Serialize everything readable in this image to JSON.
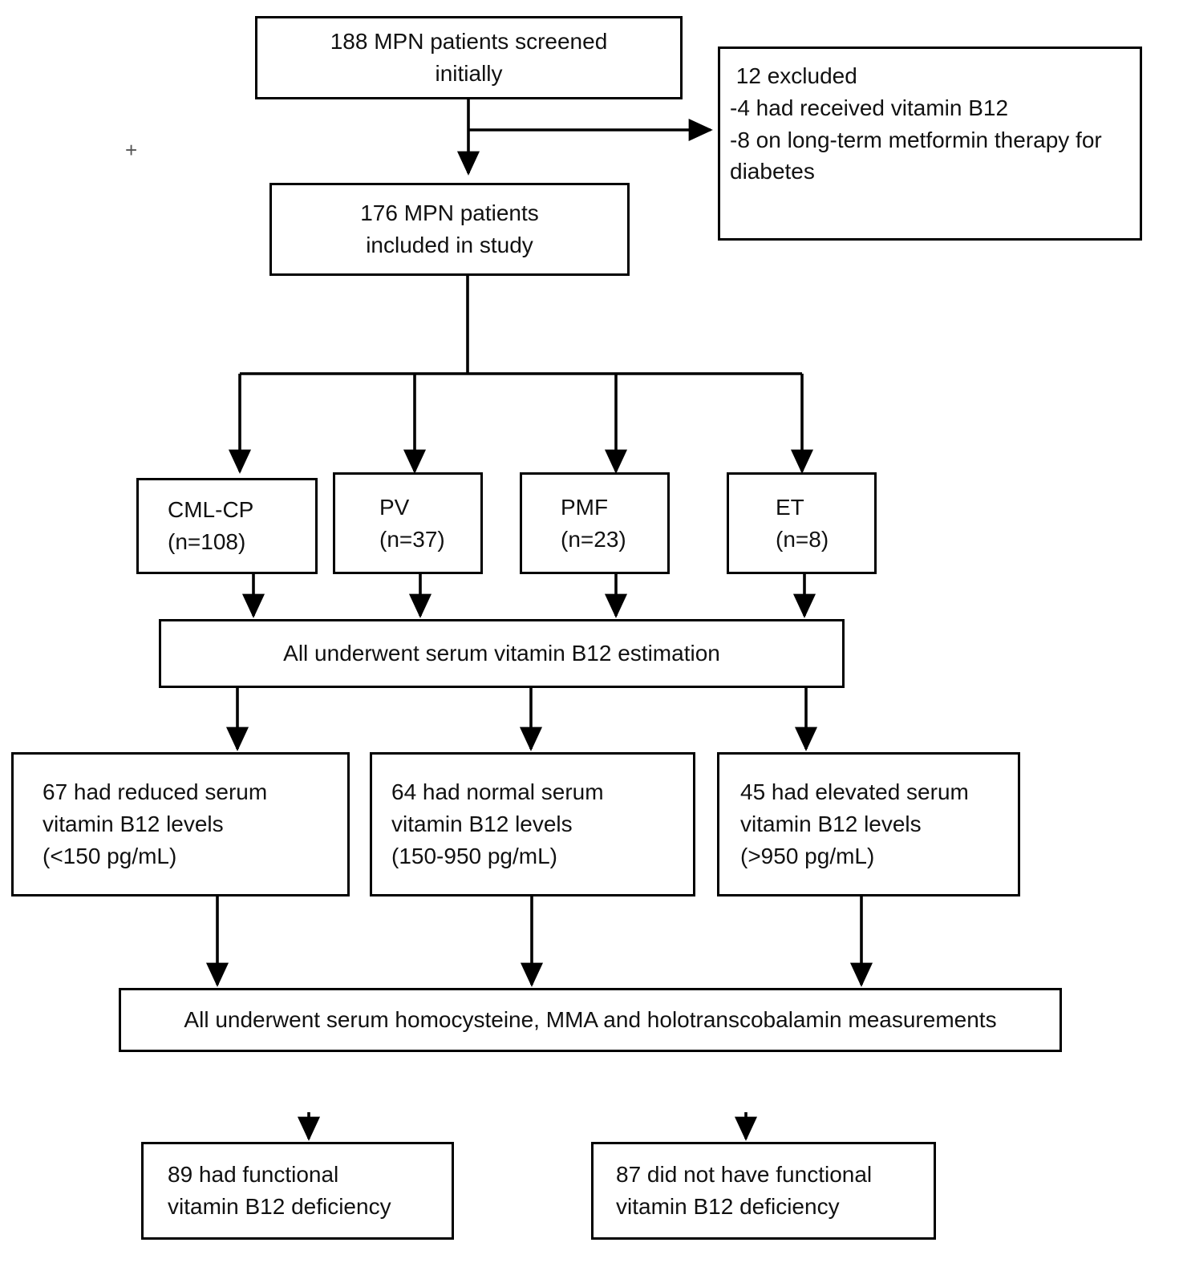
{
  "diagram": {
    "title": "MPN vitamin B12 study flow diagram",
    "stroke_color": "#000000",
    "background_color": "#ffffff",
    "marks": {
      "plus_marker": "+"
    },
    "nodes": {
      "screened": {
        "lines": [
          "188 MPN patients screened",
          "initially"
        ],
        "align": "center"
      },
      "excluded": {
        "lines": [
          " 12 excluded",
          "-4 had received vitamin B12",
          "-8 on long-term metformin therapy for",
          "diabetes"
        ],
        "align": "left"
      },
      "included": {
        "lines": [
          "176 MPN patients",
          "included in study"
        ],
        "align": "center"
      },
      "cml": {
        "lines": [
          "CML-CP",
          "(n=108)"
        ],
        "align": "left"
      },
      "pv": {
        "lines": [
          "PV",
          "(n=37)"
        ],
        "align": "left"
      },
      "pmf": {
        "lines": [
          "PMF",
          "(n=23)"
        ],
        "align": "left"
      },
      "et": {
        "lines": [
          "ET",
          "(n=8)"
        ],
        "align": "left"
      },
      "b12_estimation": {
        "lines": [
          "All underwent serum vitamin B12 estimation"
        ],
        "align": "center"
      },
      "reduced": {
        "lines": [
          "67 had reduced serum",
          "vitamin B12 levels",
          "(<150 pg/mL)"
        ],
        "align": "left"
      },
      "normal": {
        "lines": [
          "64 had normal serum",
          "vitamin B12 levels",
          "(150-950 pg/mL)"
        ],
        "align": "left"
      },
      "elevated": {
        "lines": [
          "45 had elevated serum",
          "vitamin B12 levels",
          "(>950 pg/mL)"
        ],
        "align": "left"
      },
      "measurements": {
        "lines": [
          "All underwent serum homocysteine, MMA and holotranscobalamin measurements"
        ],
        "align": "center"
      },
      "functional_yes": {
        "lines": [
          "89 had functional",
          "vitamin B12 deficiency"
        ],
        "align": "left"
      },
      "functional_no": {
        "lines": [
          "87 did not have functional",
          "vitamin B12 deficiency"
        ],
        "align": "left"
      }
    }
  }
}
